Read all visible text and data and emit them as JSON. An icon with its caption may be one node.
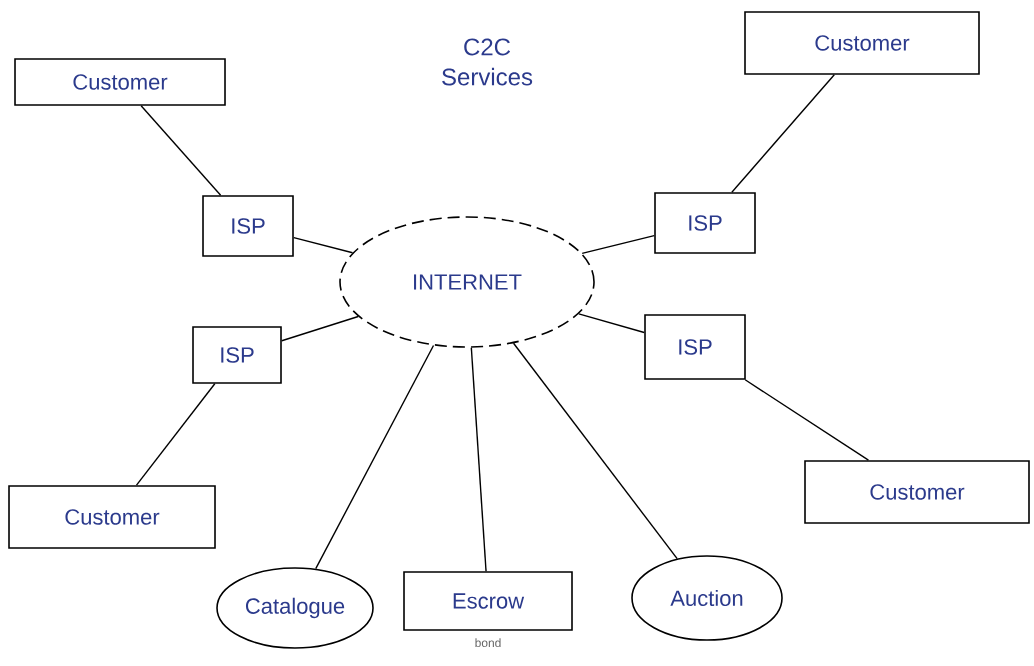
{
  "diagram": {
    "title": "C2C Services",
    "nodes": [
      {
        "text": [
          "Customer"
        ]
      },
      {
        "text": [
          "Customer"
        ]
      },
      {
        "text": [
          "ISP"
        ]
      },
      {
        "text": [
          "ISP"
        ]
      },
      {
        "text": [
          "INTERNET"
        ]
      },
      {
        "text": [
          "ISP"
        ]
      },
      {
        "text": [
          "ISP"
        ]
      },
      {
        "text": [
          "Customer"
        ]
      },
      {
        "text": [
          "Customer"
        ]
      },
      {
        "text": [
          "Catalogue"
        ]
      },
      {
        "text": [
          "Escrow"
        ],
        "beside": [
          "bond"
        ]
      },
      {
        "text": [
          "Auction"
        ]
      }
    ],
    "edges": [
      {
        "from": 0,
        "to": 2,
        "arrow": "none"
      },
      {
        "from": 1,
        "to": 3,
        "arrow": "none"
      },
      {
        "from": 2,
        "to": 4,
        "arrow": "none"
      },
      {
        "from": 3,
        "to": 4,
        "arrow": "none"
      },
      {
        "from": 5,
        "to": 4,
        "arrow": "none"
      },
      {
        "from": 6,
        "to": 4,
        "arrow": "none"
      },
      {
        "from": 5,
        "to": 7,
        "arrow": "none"
      },
      {
        "from": 6,
        "to": 8,
        "arrow": "none"
      },
      {
        "from": 4,
        "to": 9,
        "arrow": "none"
      },
      {
        "from": 4,
        "to": 10,
        "arrow": "none"
      },
      {
        "from": 4,
        "to": 11,
        "arrow": "none"
      }
    ]
  }
}
